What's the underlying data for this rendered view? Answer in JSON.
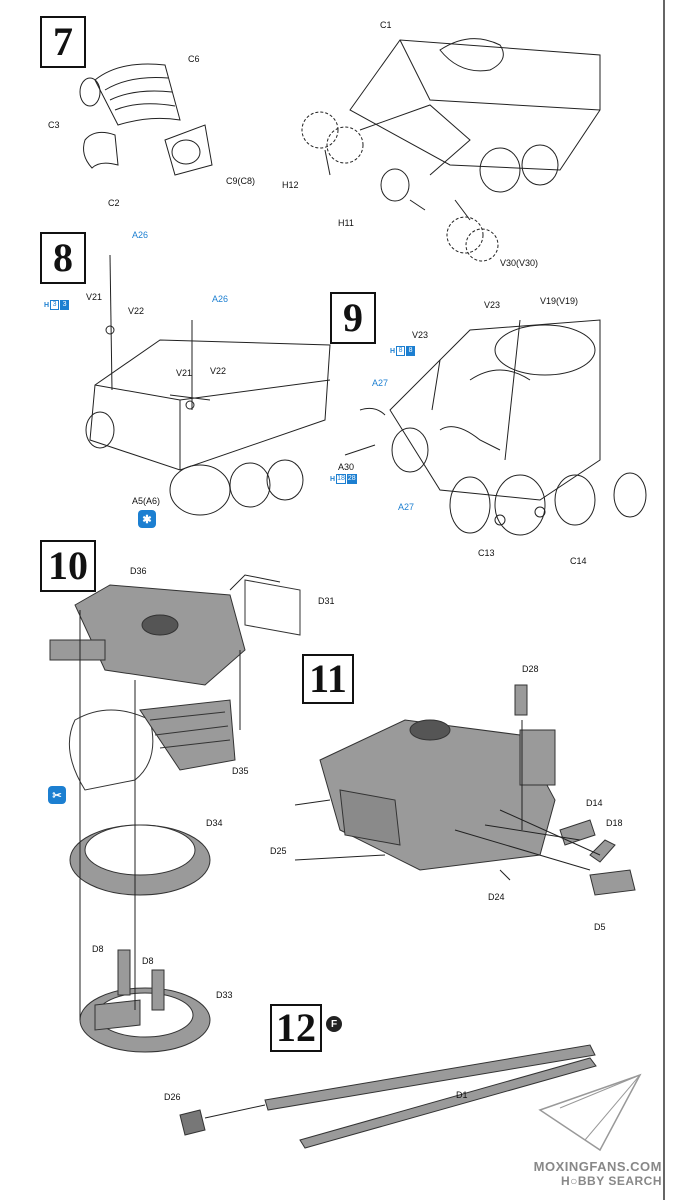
{
  "steps": [
    {
      "number": "7"
    },
    {
      "number": "8"
    },
    {
      "number": "9"
    },
    {
      "number": "10"
    },
    {
      "number": "11"
    },
    {
      "number": "12"
    }
  ],
  "step7": {
    "labels": [
      "C1",
      "C6",
      "C3",
      "C2",
      "C9(C8)",
      "H12",
      "H11",
      "V30(V30)"
    ]
  },
  "step8": {
    "labels": [
      "V21",
      "V22",
      "V21",
      "V22",
      "A5(A6)"
    ],
    "blue_labels": [
      "A26",
      "A26"
    ],
    "tag": {
      "h": "H",
      "a": "3",
      "b": "3"
    }
  },
  "step9": {
    "labels": [
      "V23",
      "V23",
      "V19(V19)",
      "A30",
      "C13",
      "C14"
    ],
    "blue_labels": [
      "A27",
      "A27"
    ],
    "tag1": {
      "h": "H",
      "a": "8",
      "b": "8"
    },
    "tag2": {
      "h": "H",
      "a": "18",
      "b": "28"
    }
  },
  "step10": {
    "labels": [
      "D36",
      "D31",
      "D35",
      "D34",
      "D8",
      "D8",
      "D33"
    ]
  },
  "step11": {
    "labels": [
      "D28",
      "D14",
      "D18",
      "D25",
      "D24",
      "D5"
    ]
  },
  "step12": {
    "labels": [
      "D26",
      "D1"
    ],
    "badge": "F"
  },
  "watermark": {
    "line1": "MOXINGFANS.COM",
    "line2": "H○BBY SEARCH"
  },
  "colors": {
    "part_gray": "#9a9a9a",
    "line": "#222222",
    "accent_blue": "#1c7fd1"
  }
}
